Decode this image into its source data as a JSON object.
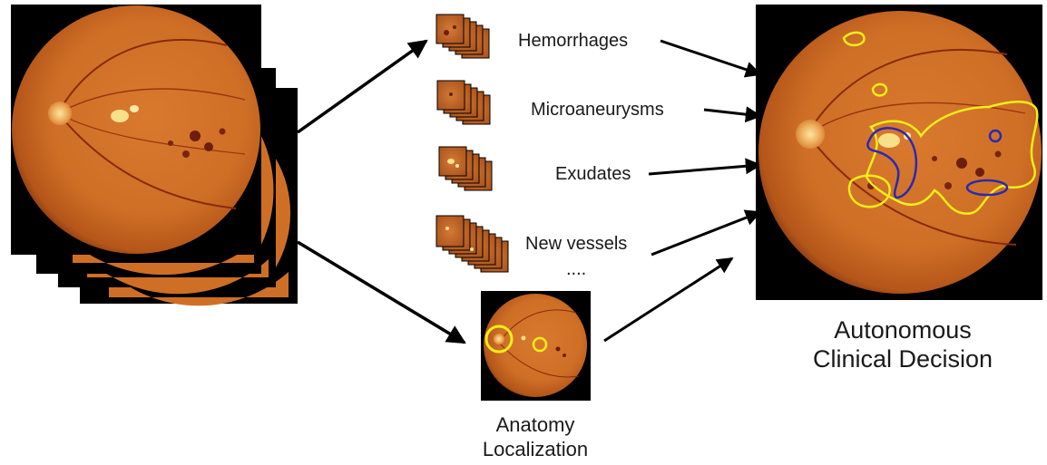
{
  "colors": {
    "fundus_light": "#e08a3a",
    "fundus_mid": "#c96a24",
    "fundus_dark": "#7a3210",
    "frame": "#000000",
    "vessel": "#8a2a0c",
    "exudate": "#f6e08a",
    "hemorrhage": "#6e1e0c",
    "annotation_yellow": "#f2ee1a",
    "annotation_blue": "#2a2ab0",
    "arrow": "#000000"
  },
  "lesion_labels": [
    "Hemorrhages",
    "Microaneurysms",
    "Exudates",
    "New vessels"
  ],
  "ellipsis": "....",
  "anatomy_label": [
    "Anatomy",
    "Localization"
  ],
  "decision_label": [
    "Autonomous",
    "Clinical Decision"
  ]
}
